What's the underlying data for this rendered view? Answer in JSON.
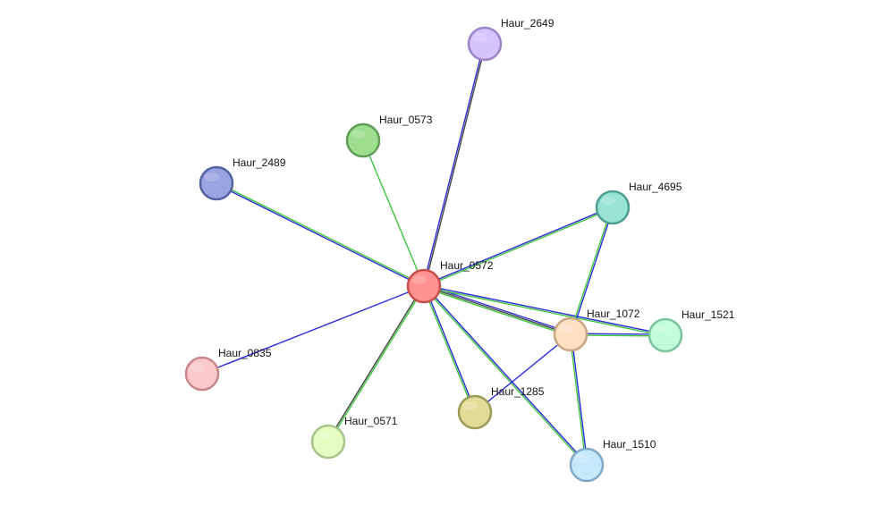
{
  "network": {
    "nodes": [
      {
        "id": "Haur_0572",
        "label": "Haur_0572",
        "fill": "#ff9290",
        "stroke": "#c84e4c"
      },
      {
        "id": "Haur_2649",
        "label": "Haur_2649",
        "fill": "#d3c4fe",
        "stroke": "#9a84c8"
      },
      {
        "id": "Haur_0573",
        "label": "Haur_0573",
        "fill": "#9ede8f",
        "stroke": "#5f9e54"
      },
      {
        "id": "Haur_2489",
        "label": "Haur_2489",
        "fill": "#9aa4e2",
        "stroke": "#5461a0"
      },
      {
        "id": "Haur_4695",
        "label": "Haur_4695",
        "fill": "#98e2d6",
        "stroke": "#4f9e92"
      },
      {
        "id": "Haur_1072",
        "label": "Haur_1072",
        "fill": "#fde1c2",
        "stroke": "#c8a680"
      },
      {
        "id": "Haur_1521",
        "label": "Haur_1521",
        "fill": "#bffed8",
        "stroke": "#7cc29c"
      },
      {
        "id": "Haur_0835",
        "label": "Haur_0835",
        "fill": "#fbc9ca",
        "stroke": "#c78688"
      },
      {
        "id": "Haur_1285",
        "label": "Haur_1285",
        "fill": "#e0dc98",
        "stroke": "#9d9956"
      },
      {
        "id": "Haur_0571",
        "label": "Haur_0571",
        "fill": "#e6fdc2",
        "stroke": "#a6c488"
      },
      {
        "id": "Haur_1510",
        "label": "Haur_1510",
        "fill": "#c5e8fd",
        "stroke": "#7ea9c8"
      }
    ],
    "edges": [
      {
        "source": "Haur_0572",
        "target": "Haur_2649",
        "colors": [
          "#2b2bd9",
          "#444444"
        ]
      },
      {
        "source": "Haur_0572",
        "target": "Haur_0573",
        "colors": [
          "#3cc63c"
        ]
      },
      {
        "source": "Haur_0572",
        "target": "Haur_2489",
        "colors": [
          "#2b2bd9",
          "#3cc63c"
        ]
      },
      {
        "source": "Haur_0572",
        "target": "Haur_4695",
        "colors": [
          "#2b2bd9",
          "#3cc63c"
        ]
      },
      {
        "source": "Haur_0572",
        "target": "Haur_1072",
        "colors": [
          "#2b2bd9",
          "#444444",
          "#3cc63c"
        ]
      },
      {
        "source": "Haur_0572",
        "target": "Haur_1521",
        "colors": [
          "#2b2bd9",
          "#3cc63c"
        ]
      },
      {
        "source": "Haur_0572",
        "target": "Haur_0835",
        "colors": [
          "#2b2bd9"
        ]
      },
      {
        "source": "Haur_0572",
        "target": "Haur_1285",
        "colors": [
          "#2b2bd9",
          "#3cc63c"
        ]
      },
      {
        "source": "Haur_0572",
        "target": "Haur_0571",
        "colors": [
          "#3cc63c",
          "#444444"
        ]
      },
      {
        "source": "Haur_0572",
        "target": "Haur_1510",
        "colors": [
          "#2b2bd9",
          "#3cc63c"
        ]
      },
      {
        "source": "Haur_4695",
        "target": "Haur_1072",
        "colors": [
          "#2b2bd9",
          "#3cc63c"
        ]
      },
      {
        "source": "Haur_1072",
        "target": "Haur_1521",
        "colors": [
          "#2b2bd9",
          "#3cc63c"
        ]
      },
      {
        "source": "Haur_1072",
        "target": "Haur_1510",
        "colors": [
          "#2b2bd9",
          "#3cc63c"
        ]
      },
      {
        "source": "Haur_1072",
        "target": "Haur_1285",
        "colors": [
          "#2b2bd9"
        ]
      }
    ]
  }
}
